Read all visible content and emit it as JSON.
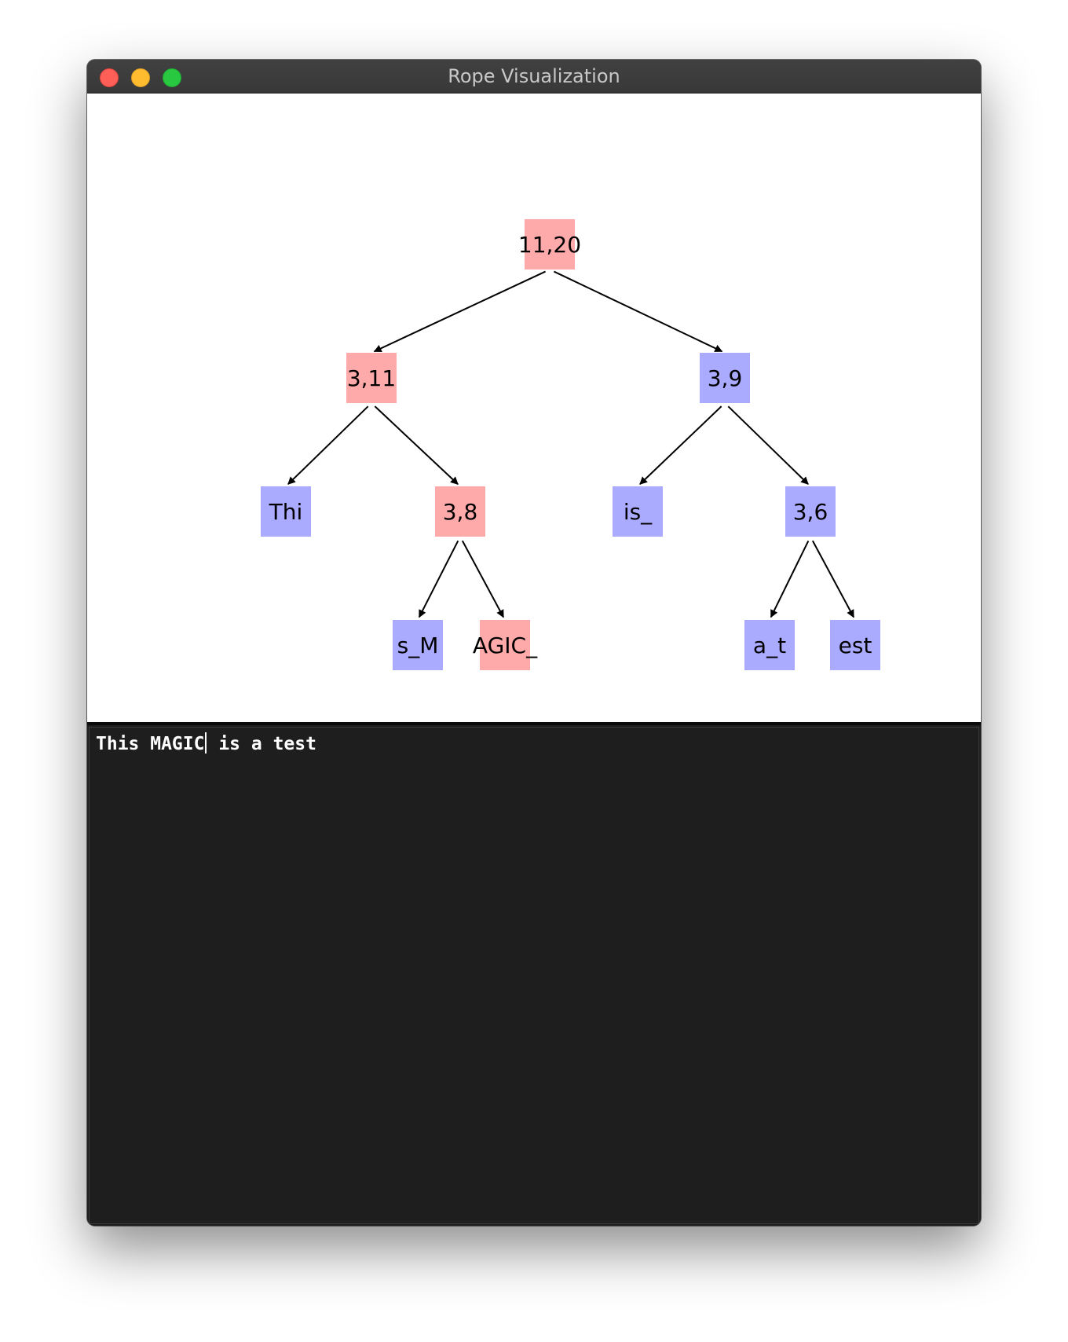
{
  "window": {
    "title": "Rope Visualization"
  },
  "colors": {
    "internal_node": "#ffaaaa",
    "leaf_node": "#aaaaff",
    "edge": "#000000",
    "editor_bg": "#1e1e1e",
    "editor_text": "#ffffff"
  },
  "tree": {
    "nodes": [
      {
        "id": "root",
        "label": "11,20",
        "color": "red"
      },
      {
        "id": "n-left",
        "label": "3,11",
        "color": "red"
      },
      {
        "id": "n-right",
        "label": "3,9",
        "color": "blue"
      },
      {
        "id": "leaf-thi",
        "label": "Thi",
        "color": "blue"
      },
      {
        "id": "n-38",
        "label": "3,8",
        "color": "red"
      },
      {
        "id": "leaf-is",
        "label": "is_",
        "color": "blue"
      },
      {
        "id": "n-36",
        "label": "3,6",
        "color": "blue"
      },
      {
        "id": "leaf-sm",
        "label": "s_M",
        "color": "blue"
      },
      {
        "id": "leaf-agic",
        "label": "AGIC_",
        "color": "red"
      },
      {
        "id": "leaf-at",
        "label": "a_t",
        "color": "blue"
      },
      {
        "id": "leaf-est",
        "label": "est",
        "color": "blue"
      }
    ],
    "edges": [
      [
        "root",
        "n-left"
      ],
      [
        "root",
        "n-right"
      ],
      [
        "n-left",
        "leaf-thi"
      ],
      [
        "n-left",
        "n-38"
      ],
      [
        "n-right",
        "leaf-is"
      ],
      [
        "n-right",
        "n-36"
      ],
      [
        "n-38",
        "leaf-sm"
      ],
      [
        "n-38",
        "leaf-agic"
      ],
      [
        "n-36",
        "leaf-at"
      ],
      [
        "n-36",
        "leaf-est"
      ]
    ]
  },
  "editor": {
    "text_before_cursor": "This MAGIC",
    "text_after_cursor": " is a test"
  }
}
